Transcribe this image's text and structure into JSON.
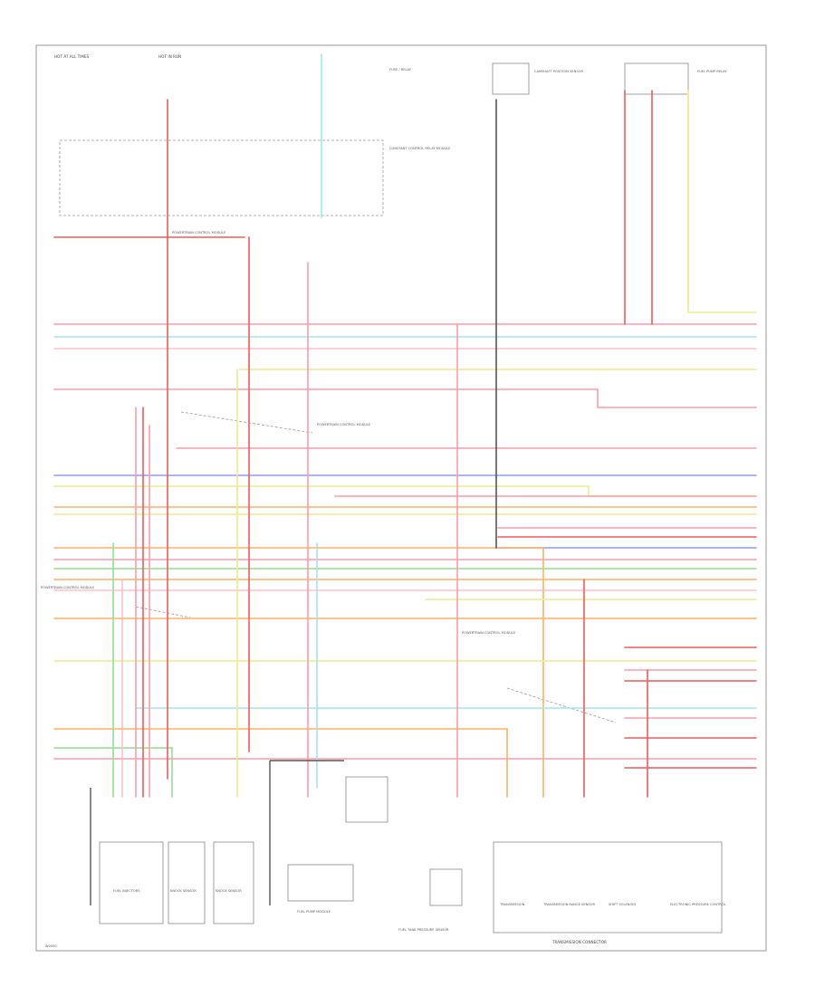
{
  "wire_colors": {
    "red": "#f25a5a",
    "pink": "#ff9aa8",
    "light_pink": "#ffc2c8",
    "cyan": "#9fe6ee",
    "yellow": "#ecec8a",
    "orange": "#ffb060",
    "green": "#8fe08f",
    "blue": "#8f9cf0",
    "gray": "#b8b8b8",
    "dark": "#555555",
    "tan": "#e4d2a0"
  },
  "text": {
    "top_left": "HOT AT ALL TIMES",
    "top_mid": "HOT IN RUN",
    "top_right_box": "FUSE / RELAY",
    "relay_box_label": "CONSTANT CONTROL RELAY MODULE",
    "pcm_left_label": "POWERTRAIN CONTROL MODULE",
    "pcm_mid_label": "POWERTRAIN CONTROL MODULE",
    "pcm_right_label": "POWERTRAIN CONTROL MODULE",
    "sensor_left": "CAMSHAFT POSITION SENSOR",
    "sensor_right": "FUEL PUMP RELAY",
    "comp_1": "FUEL INJECTORS",
    "comp_2": "KNOCK SENSOR",
    "comp_3": "KNOCK SENSOR",
    "comp_4": "FUEL PUMP MODULE",
    "comp_5": "FUEL TANK PRESSURE SENSOR",
    "comp_6": "TRANSMISSION",
    "comp_7": "TRANSMISSION RANGE SENSOR",
    "comp_8": "SHIFT SOLENOID",
    "comp_9": "ELECTRONIC PRESSURE CONTROL",
    "bottom_caption": "TRANSMISSION CONNECTOR",
    "figure_id": "W0000"
  }
}
